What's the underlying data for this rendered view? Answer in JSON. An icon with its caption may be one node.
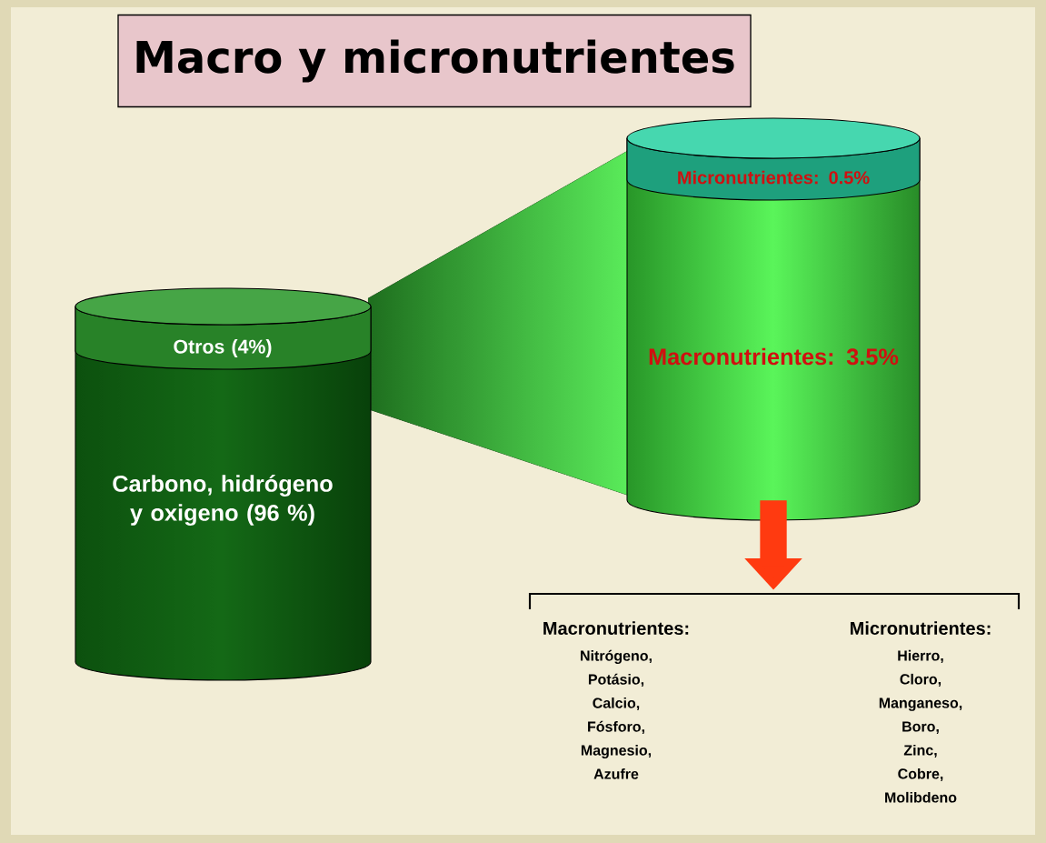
{
  "diagram": {
    "nodes": [
      {
        "text": [
          "Macro y micronutrientes"
        ]
      },
      {
        "text": [
          "Otros (4%)",
          "Carbono, hidrógeno y oxigeno (96 %)"
        ]
      },
      {
        "text": [
          "Micronutrientes: 0.5%",
          "Macronutrientes: 3.5%"
        ]
      },
      {
        "text": [],
        "shape": "bracket"
      }
    ],
    "edges": [
      {
        "from": 2,
        "to": 3,
        "arrow": "to"
      }
    ],
    "labels": [
      "Macronutrientes:",
      "Nitrógeno, Potásio, Calcio, Fósforo, Magnesio, Azufre",
      "Micronutrientes:",
      "Hierro, Cloro, Manganeso, Boro, Zinc, Cobre, Molibdeno"
    ]
  }
}
